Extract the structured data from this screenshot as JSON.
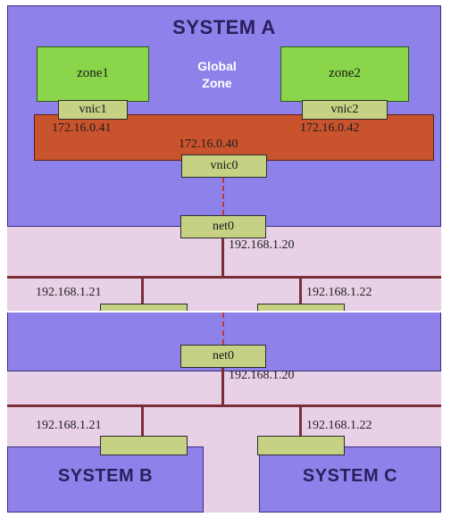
{
  "top": {
    "system_a": "SYSTEM A",
    "global_zone": [
      "Global",
      "Zone"
    ],
    "zone1": "zone1",
    "zone2": "zone2",
    "vnic1": "vnic1",
    "vnic2": "vnic2",
    "vnic0": "vnic0",
    "net0": "net0",
    "ip_vnic1": "172.16.0.41",
    "ip_vnic2": "172.16.0.42",
    "ip_vnic0": "172.16.0.40",
    "ip_net0": "192.168.1.20",
    "ip_left": "192.168.1.21",
    "ip_right": "192.168.1.22"
  },
  "bottom": {
    "net0": "net0",
    "ip_net0": "192.168.1.20",
    "ip_left": "192.168.1.21",
    "ip_right": "192.168.1.22",
    "system_b": "SYSTEM B",
    "system_c": "SYSTEM C"
  },
  "colors": {
    "system_fill": "#8e82ea",
    "zone_fill": "#8ad54a",
    "nic_fill": "#c6d184",
    "global_zone_fill": "#c8532c",
    "network_line": "#7a2e38",
    "background": "#e8d0e6"
  }
}
